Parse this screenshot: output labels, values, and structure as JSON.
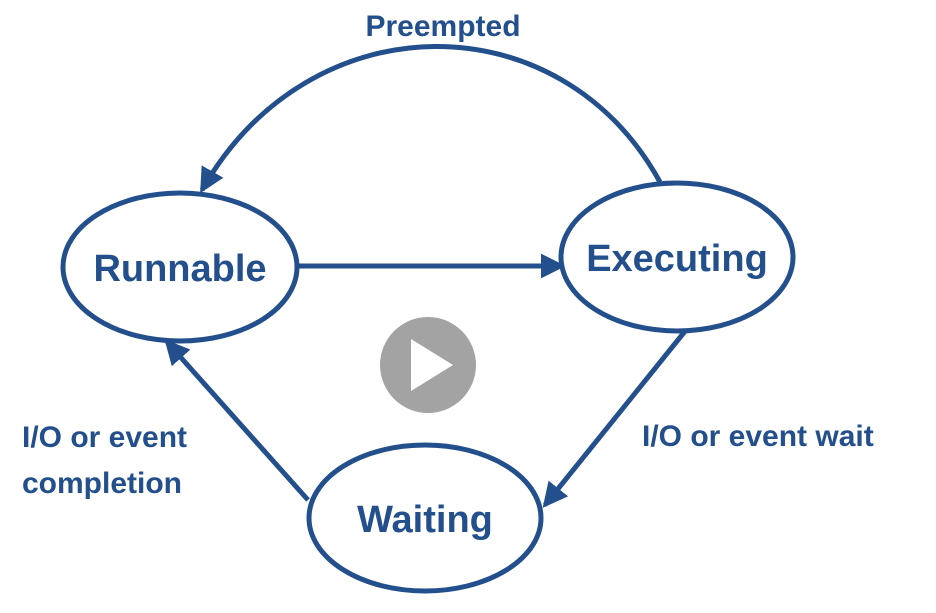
{
  "colors": {
    "diagram": "#234f8c",
    "background": "#ffffff",
    "play_button_bg": "#a3a3a3",
    "play_button_icon": "#ffffff"
  },
  "states": {
    "runnable": "Runnable",
    "executing": "Executing",
    "waiting": "Waiting"
  },
  "transitions": {
    "preempted": "Preempted",
    "io_wait": "I/O or event wait",
    "io_completion_line1": "I/O or event",
    "io_completion_line2": "completion"
  },
  "overlay": {
    "icon": "play-icon"
  }
}
